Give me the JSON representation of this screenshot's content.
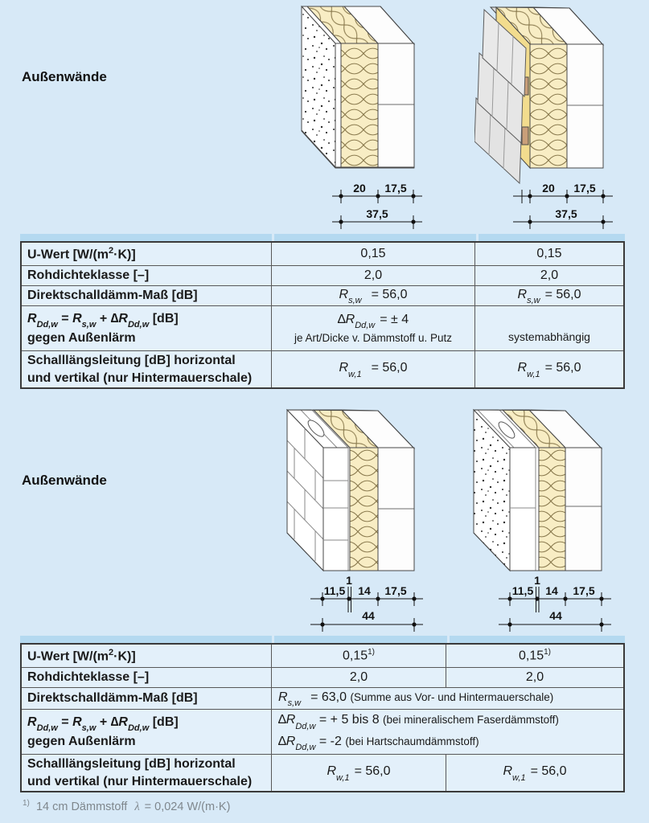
{
  "colors": {
    "page_background": "#d7e9f7",
    "table_band": "#b4d9f0",
    "table_cell": "#e3f0fa",
    "table_border": "#3a3a3a",
    "insulation_fill": "#f8edc4",
    "insulation_line": "#8c7c50",
    "insulation_face": "#f2dc8e",
    "cladding_gray": "#e3e3e3",
    "batten_brown": "#c99f79",
    "footnote_gray": "#7f878d"
  },
  "section_top": {
    "label": "Außenwände",
    "diagrams": {
      "d1_dims": {
        "seg1": "20",
        "seg2": "17,5",
        "total": "37,5"
      },
      "d2_dims": {
        "seg1": "20",
        "seg2": "17,5",
        "total": "37,5"
      }
    },
    "table": {
      "row_u": {
        "label_pre": "U-Wert [W/(m",
        "sup": "2",
        "label_post": "·K)]",
        "val1": "0,15",
        "val2": "0,15"
      },
      "row_rho": {
        "label": "Rohdichteklasse [–]",
        "val1": "2,0",
        "val2": "2,0"
      },
      "row_direct": {
        "label": "Direktschalldämm-Maß [dB]",
        "r": "R",
        "sub": "s,w",
        "eq": "= 56,0"
      },
      "row_rdw": {
        "f_r1": "R",
        "f_s1": "Dd,w",
        "f_mid": "=",
        "f_r2": "R",
        "f_s2": "s,w",
        "f_plus": "+ ∆",
        "f_r3": "R",
        "f_s3": "Dd,w",
        "f_unit": "[dB]",
        "label_line2": "gegen Außenlärm",
        "v1_delta": "∆",
        "v1_r": "R",
        "v1_sub": "Dd,w",
        "v1_eq": "= ± 4",
        "v1_note": "je Art/Dicke v. Dämmstoff u. Putz",
        "v2": "systemabhängig"
      },
      "row_flank": {
        "label_line1": "Schalllängsleitung [dB] horizontal",
        "label_line2": "und vertikal (nur Hintermauerschale)",
        "r": "R",
        "sub": "w,1",
        "eq": "= 56,0"
      }
    }
  },
  "section_bottom": {
    "label": "Außenwände",
    "diagrams": {
      "d3_dims": {
        "gap": "1",
        "seg1": "11,5",
        "seg2": "14",
        "seg3": "17,5",
        "total": "44"
      },
      "d4_dims": {
        "gap": "1",
        "seg1": "11,5",
        "seg2": "14",
        "seg3": "17,5",
        "total": "44"
      }
    },
    "table": {
      "row_u": {
        "label_pre": "U-Wert [W/(m",
        "sup": "2",
        "label_post": "·K)]",
        "val": "0,15",
        "val_sup": "1)"
      },
      "row_rho": {
        "label": "Rohdichteklasse [–]",
        "val1": "2,0",
        "val2": "2,0"
      },
      "row_direct": {
        "label": "Direktschalldämm-Maß [dB]",
        "r": "R",
        "sub": "s,w",
        "eq": "= 63,0",
        "note": "(Summe aus Vor- und Hintermauerschale)"
      },
      "row_rdw": {
        "f_r1": "R",
        "f_s1": "Dd,w",
        "f_mid": "=",
        "f_r2": "R",
        "f_s2": "s,w",
        "f_plus": "+ ∆",
        "f_r3": "R",
        "f_s3": "Dd,w",
        "f_unit": "[dB]",
        "label_line2": "gegen Außenlärm",
        "l1_delta": "∆",
        "l1_r": "R",
        "l1_sub": "Dd,w",
        "l1_eq": "= + 5 bis 8",
        "l1_note": "(bei mineralischem Faserdämmstoff)",
        "l2_delta": "∆",
        "l2_r": "R",
        "l2_sub": "Dd,w",
        "l2_eq": "= -2",
        "l2_note": "(bei Hartschaumdämmstoff)"
      },
      "row_flank": {
        "label_line1": "Schalllängsleitung [dB] horizontal",
        "label_line2": "und vertikal (nur Hintermauerschale)",
        "r": "R",
        "sub": "w,1",
        "eq": "= 56,0"
      }
    },
    "footnote": {
      "sup": "1)",
      "text": "14 cm Dämmstoff",
      "lambda": "λ",
      "rest": "= 0,024 W/(m·K)"
    }
  }
}
